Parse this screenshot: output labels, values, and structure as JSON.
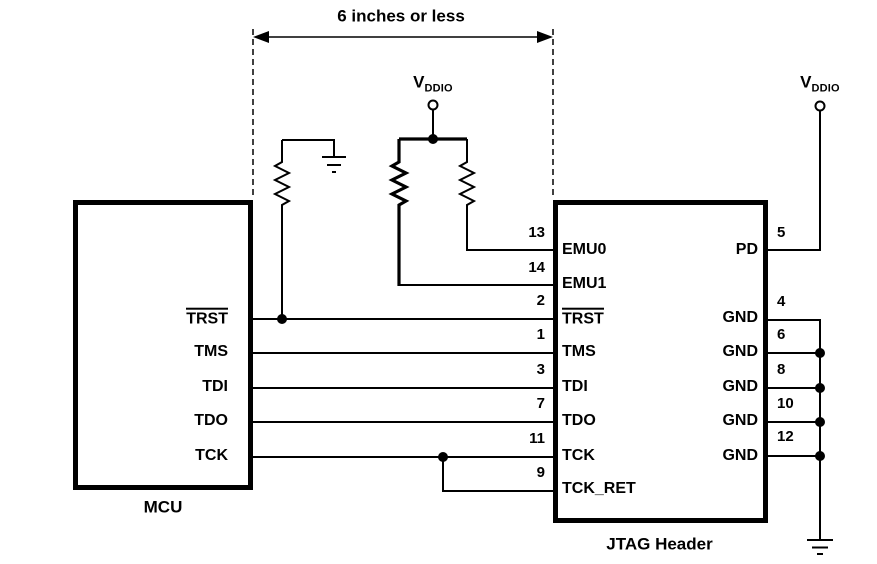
{
  "dimension": {
    "label": "6 inches or less"
  },
  "power": {
    "left": {
      "main": "V",
      "sub": "DDIO"
    },
    "right": {
      "main": "V",
      "sub": "DDIO"
    }
  },
  "mcu": {
    "caption": "MCU",
    "pins": [
      {
        "name": "TRST"
      },
      {
        "name": "TMS"
      },
      {
        "name": "TDI"
      },
      {
        "name": "TDO"
      },
      {
        "name": "TCK"
      }
    ]
  },
  "jtag": {
    "caption": "JTAG Header",
    "left_pins": [
      {
        "num": "13",
        "name": "EMU0"
      },
      {
        "num": "14",
        "name": "EMU1"
      },
      {
        "num": "2",
        "name": "TRST"
      },
      {
        "num": "1",
        "name": "TMS"
      },
      {
        "num": "3",
        "name": "TDI"
      },
      {
        "num": "7",
        "name": "TDO"
      },
      {
        "num": "11",
        "name": "TCK"
      },
      {
        "num": "9",
        "name": "TCK_RET"
      }
    ],
    "right_pins": [
      {
        "num": "5",
        "name": "PD"
      },
      {
        "num": "4",
        "name": "GND"
      },
      {
        "num": "6",
        "name": "GND"
      },
      {
        "num": "8",
        "name": "GND"
      },
      {
        "num": "10",
        "name": "GND"
      },
      {
        "num": "12",
        "name": "GND"
      }
    ]
  },
  "colors": {
    "ink": "#000000",
    "background": "#ffffff"
  }
}
